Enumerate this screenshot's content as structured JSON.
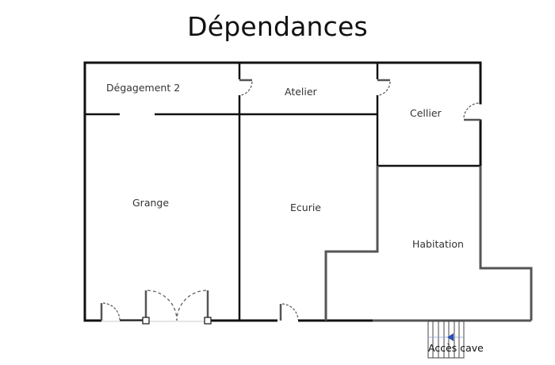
{
  "title": "Dépendances",
  "rooms": [
    {
      "id": "degagement-2",
      "label": "Dégagement 2"
    },
    {
      "id": "atelier",
      "label": "Atelier"
    },
    {
      "id": "cellier",
      "label": "Cellier"
    },
    {
      "id": "grange",
      "label": "Grange"
    },
    {
      "id": "ecurie",
      "label": "Ecurie"
    },
    {
      "id": "habitation",
      "label": "Habitation"
    }
  ],
  "annotations": {
    "stairs_label": "Accès cave"
  },
  "colors": {
    "wall_dark": "#111111",
    "wall_gray": "#555555",
    "door_swing": "#555555",
    "stair_arrow": "#2a4fb5"
  }
}
